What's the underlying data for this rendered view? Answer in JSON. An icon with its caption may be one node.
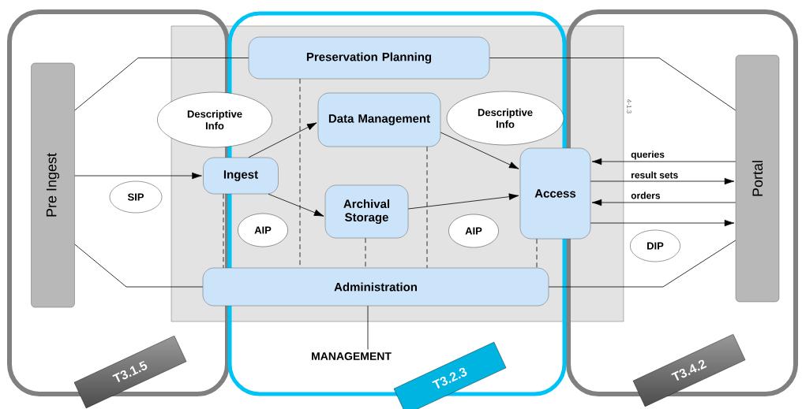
{
  "diagram": {
    "nodes": [
      {
        "text": [
          "Pre Ingest"
        ]
      },
      {
        "text": [
          "Portal"
        ]
      },
      {
        "text": [
          "Preservation Planning"
        ]
      },
      {
        "text": [
          "Descriptive Info"
        ]
      },
      {
        "text": [
          "Data Management"
        ]
      },
      {
        "text": [
          "Descriptive Info"
        ]
      },
      {
        "text": [
          "Ingest"
        ]
      },
      {
        "text": [
          "Archival Storage"
        ]
      },
      {
        "text": [
          "Access"
        ]
      },
      {
        "text": [
          "SIP"
        ]
      },
      {
        "text": [
          "AIP"
        ]
      },
      {
        "text": [
          "AIP"
        ]
      },
      {
        "text": [
          "DIP"
        ]
      },
      {
        "text": [
          "Administration"
        ]
      },
      {
        "text": [
          "MANAGEMENT"
        ]
      },
      {
        "text": [
          "T3.1.5"
        ]
      },
      {
        "text": [
          "T3.2.3"
        ]
      },
      {
        "text": [
          "T3.4.2"
        ]
      }
    ],
    "edges": [
      {
        "from": 0,
        "to": 6,
        "arrow": "to"
      },
      {
        "from": 6,
        "to": 4,
        "arrow": "to"
      },
      {
        "from": 6,
        "to": 7,
        "arrow": "to"
      },
      {
        "from": 4,
        "to": 8,
        "arrow": "to"
      },
      {
        "from": 7,
        "to": 8,
        "arrow": "to"
      },
      {
        "from": 1,
        "to": 8,
        "arrow": "to",
        "label": "queries"
      },
      {
        "from": 8,
        "to": 1,
        "arrow": "to",
        "label": "result sets"
      },
      {
        "from": 1,
        "to": 8,
        "arrow": "to",
        "label": "orders"
      },
      {
        "from": 8,
        "to": 1,
        "arrow": "to"
      },
      {
        "from": 0,
        "to": 2,
        "arrow": "none"
      },
      {
        "from": 0,
        "to": 13,
        "arrow": "none"
      },
      {
        "from": 2,
        "to": 1,
        "arrow": "none"
      },
      {
        "from": 13,
        "to": 1,
        "arrow": "none"
      },
      {
        "from": 2,
        "to": 13,
        "arrow": "none",
        "style": "dashed"
      },
      {
        "from": 6,
        "to": 13,
        "arrow": "none",
        "style": "dashed"
      },
      {
        "from": 4,
        "to": 13,
        "arrow": "none",
        "style": "dashed"
      },
      {
        "from": 7,
        "to": 13,
        "arrow": "none",
        "style": "dashed"
      },
      {
        "from": 8,
        "to": 13,
        "arrow": "none",
        "style": "dashed"
      },
      {
        "from": 13,
        "to": 14,
        "arrow": "none"
      }
    ],
    "labels": [
      "4-1.3"
    ]
  }
}
